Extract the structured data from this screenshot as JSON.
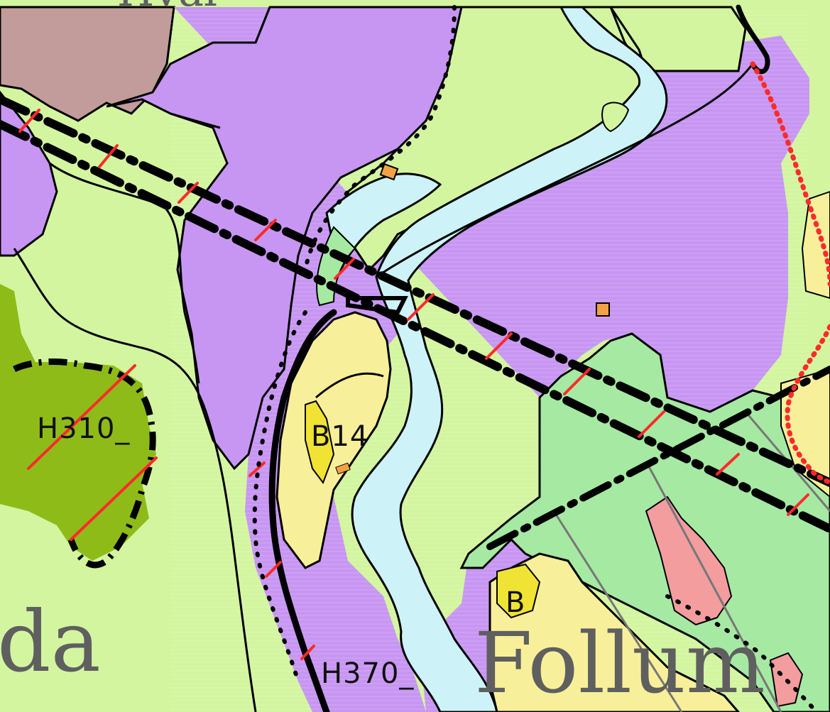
{
  "map": {
    "zone_labels": {
      "h310": "H310_",
      "b14": "B14",
      "b_small": "B",
      "h370": "H370_"
    },
    "place_labels": {
      "west": "da",
      "east": "Follum",
      "top": "Hval"
    },
    "colors": {
      "residential_purple": "#c796f2",
      "agriculture_light_green": "#d3f5a0",
      "green_zone": "#a6e9a3",
      "housing_yellow": "#f8ef9a",
      "housing_bright_yellow": "#f0e333",
      "river_water": "#cdf3f8",
      "dark_green_zone": "#8fbb18",
      "brown_zone": "#c29b9b",
      "pink_zone": "#f39d9f",
      "orange_marker": "#f2a244",
      "hazard_red": "#ff2a2a",
      "boundary_black": "#000000",
      "label_grey": "#5f5f5f"
    },
    "legend_icons": [
      "power-line-corridor",
      "hazard-zone-boundary",
      "road-line",
      "river"
    ]
  }
}
